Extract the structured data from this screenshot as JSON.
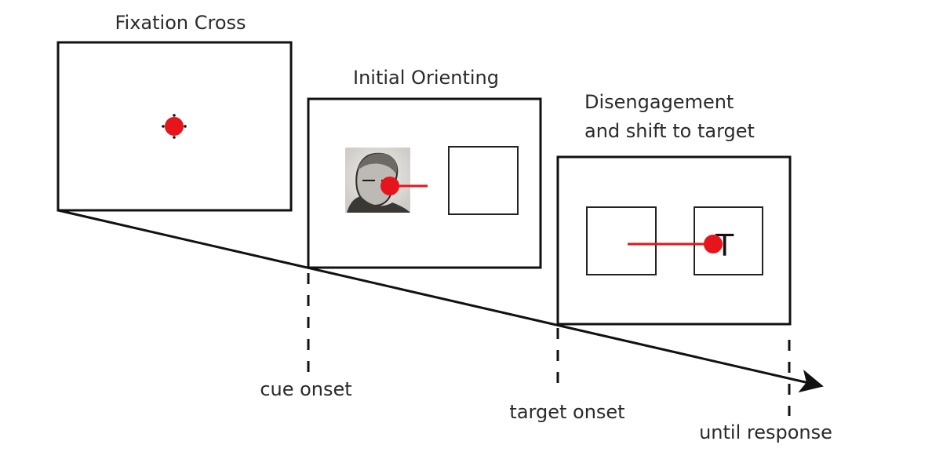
{
  "stages": [
    {
      "title_lines": [
        "Fixation Cross"
      ]
    },
    {
      "title_lines": [
        "Initial Orienting"
      ]
    },
    {
      "title_lines": [
        "Disengagement",
        "and shift to target"
      ]
    }
  ],
  "target_letter": "T",
  "timeline": {
    "markers": [
      {
        "label": "cue onset"
      },
      {
        "label": "target onset"
      },
      {
        "label": "until response"
      }
    ]
  },
  "colors": {
    "fixation": "#e8141b",
    "line": "#111111",
    "face_bg": "#d9d6d2"
  }
}
